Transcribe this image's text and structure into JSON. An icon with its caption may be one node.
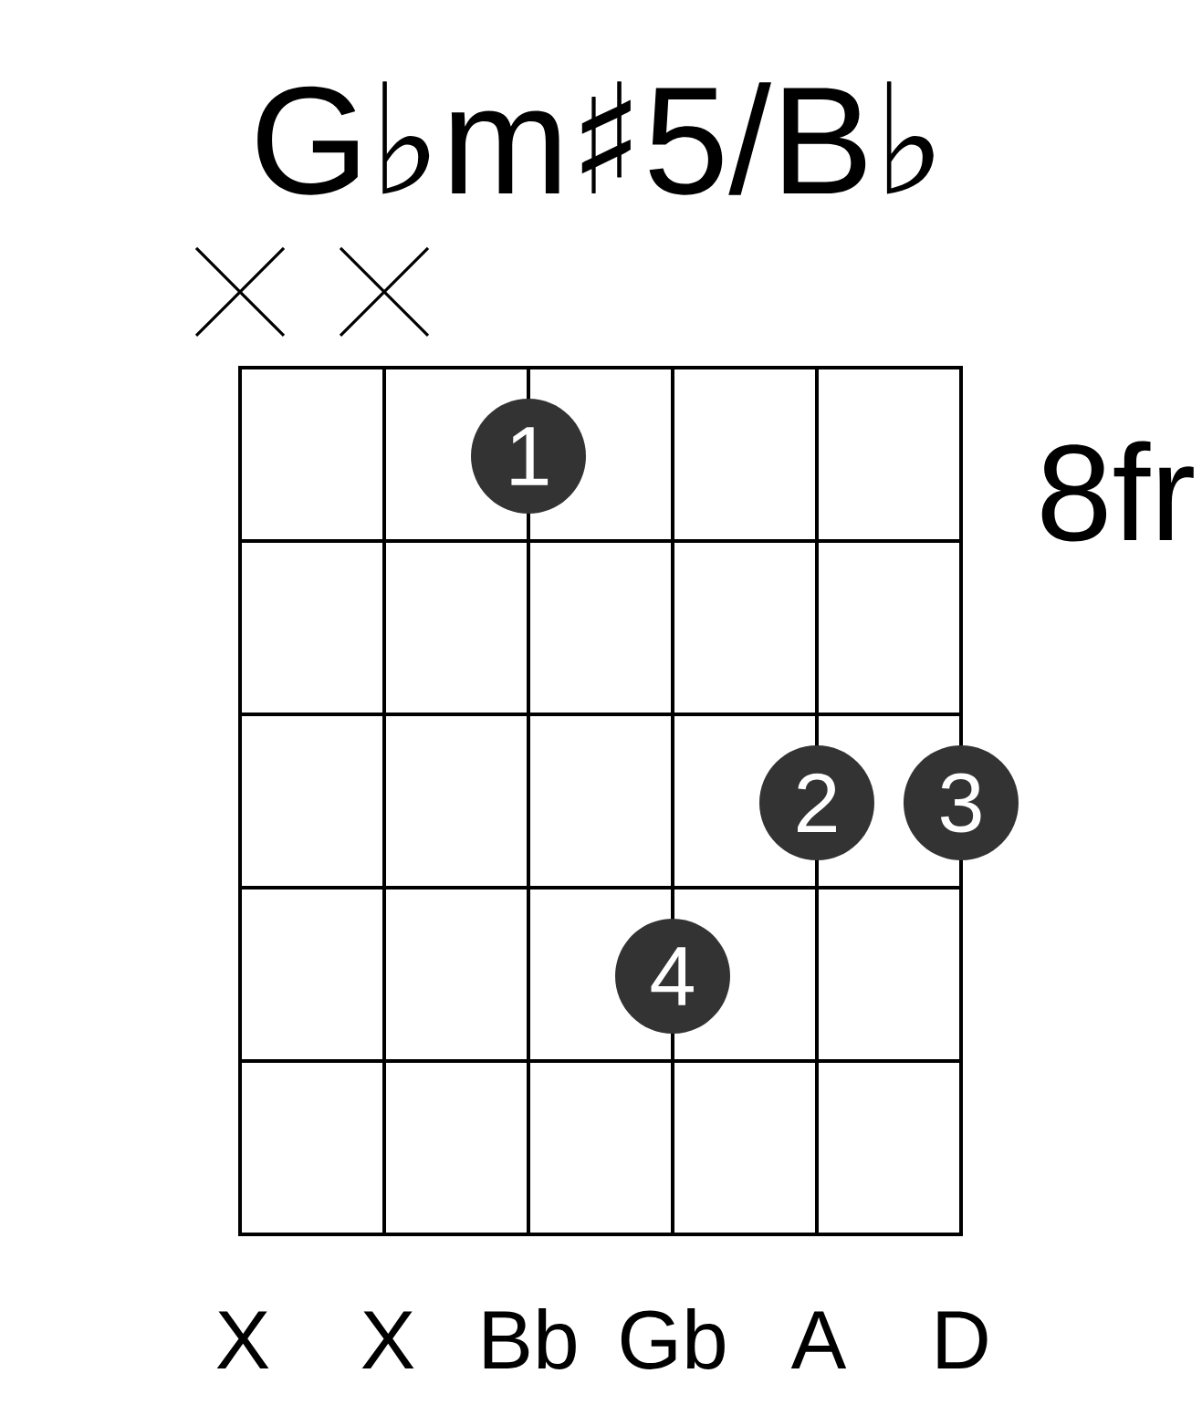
{
  "diagram": {
    "title": "G♭m♯5/B♭",
    "nodes": [
      {
        "text": [
          "1"
        ]
      },
      {
        "text": [
          "2"
        ]
      },
      {
        "text": [
          "3"
        ]
      },
      {
        "text": [
          "4"
        ]
      }
    ],
    "labels": [
      "8fr",
      "X",
      "X",
      "Bb",
      "Gb",
      "A",
      "D"
    ]
  }
}
